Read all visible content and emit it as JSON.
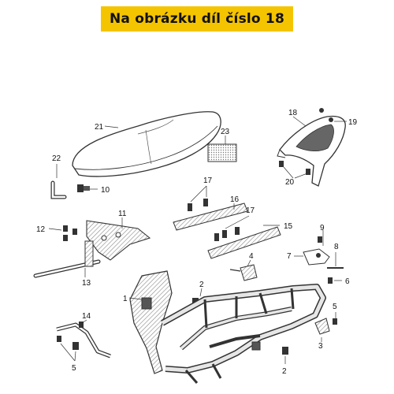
{
  "banner": {
    "text": "Na obrázku díl číslo 18"
  },
  "colors": {
    "banner_bg": "#f5c400",
    "line": "#333333",
    "fill_dark": "#444444",
    "fill_hatch": "#cfcfcf"
  },
  "callouts": {
    "c21": "21",
    "c23": "23",
    "c18": "18",
    "c19": "19",
    "c22": "22",
    "c10": "10",
    "c20": "20",
    "c17a": "17",
    "c16": "16",
    "c11": "11",
    "c12": "12",
    "c17b": "17",
    "c15": "15",
    "c9": "9",
    "c7": "7",
    "c8": "8",
    "c13": "13",
    "c4": "4",
    "c2a": "2",
    "c6": "6",
    "c1": "1",
    "c5a": "5",
    "c14": "14",
    "c5b": "5",
    "c3": "3",
    "c5c": "5",
    "c2b": "2"
  }
}
